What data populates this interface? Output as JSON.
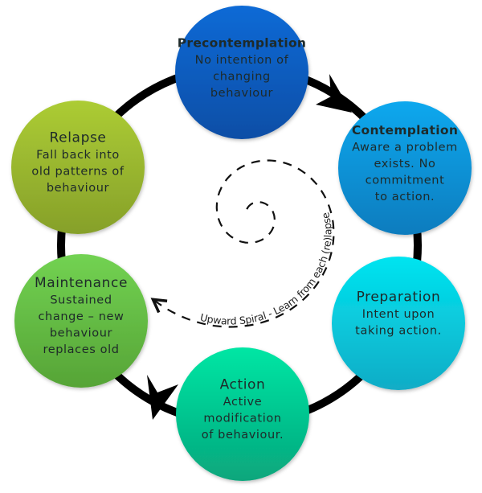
{
  "cycle": {
    "stages": [
      {
        "id": "precontemplation",
        "title": "Precontemplation",
        "title_bold": true,
        "lines": [
          "No intention of",
          "changing",
          "behaviour"
        ],
        "color_top": "#0a6ad6",
        "color_bottom": "#0c4ea6"
      },
      {
        "id": "contemplation",
        "title": "Contemplation",
        "title_bold": true,
        "lines": [
          "Aware a problem",
          "exists.  No",
          "commitment",
          "to action."
        ],
        "color_top": "#0aa8ee",
        "color_bottom": "#0a7cbe"
      },
      {
        "id": "preparation",
        "title": "Preparation",
        "title_bold": false,
        "lines": [
          "Intent upon",
          "taking action."
        ],
        "color_top": "#00e4f0",
        "color_bottom": "#12acc6"
      },
      {
        "id": "action",
        "title": "Action",
        "title_bold": false,
        "lines": [
          "Active",
          "modification",
          "of behaviour."
        ],
        "color_top": "#00e6a4",
        "color_bottom": "#08a67c"
      },
      {
        "id": "maintenance",
        "title": "Maintenance",
        "title_bold": false,
        "lines": [
          "Sustained",
          "change – new",
          "behaviour",
          "replaces old"
        ],
        "color_top": "#72d252",
        "color_bottom": "#56a436"
      },
      {
        "id": "relapse",
        "title": "Relapse",
        "title_bold": false,
        "lines": [
          "Fall back into",
          "old patterns of",
          "behaviour"
        ],
        "color_top": "#accc34",
        "color_bottom": "#86a02a"
      }
    ],
    "ring_color": "#000000"
  },
  "spiral": {
    "label": "Upward Spiral - Learn from each (re)lapse"
  }
}
